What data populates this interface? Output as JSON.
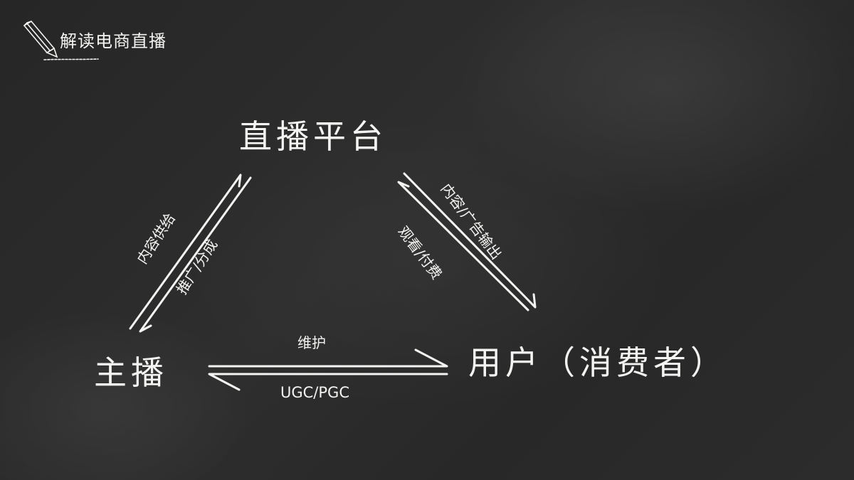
{
  "header": {
    "title": "解读电商直播",
    "icon": "pencil-icon"
  },
  "diagram": {
    "nodes": {
      "platform": "直播平台",
      "anchor": "主播",
      "user": "用户（消费者）"
    },
    "edges": {
      "anchor_to_platform": "内容供给",
      "platform_to_anchor": "推广/分成",
      "platform_to_user": "内容/广告输出",
      "user_to_platform": "观看/付费",
      "anchor_to_user": "维护",
      "user_to_anchor": "UGC/PGC"
    }
  },
  "colors": {
    "chalk": "#f4f4f2",
    "board": "#2a2a2a"
  }
}
